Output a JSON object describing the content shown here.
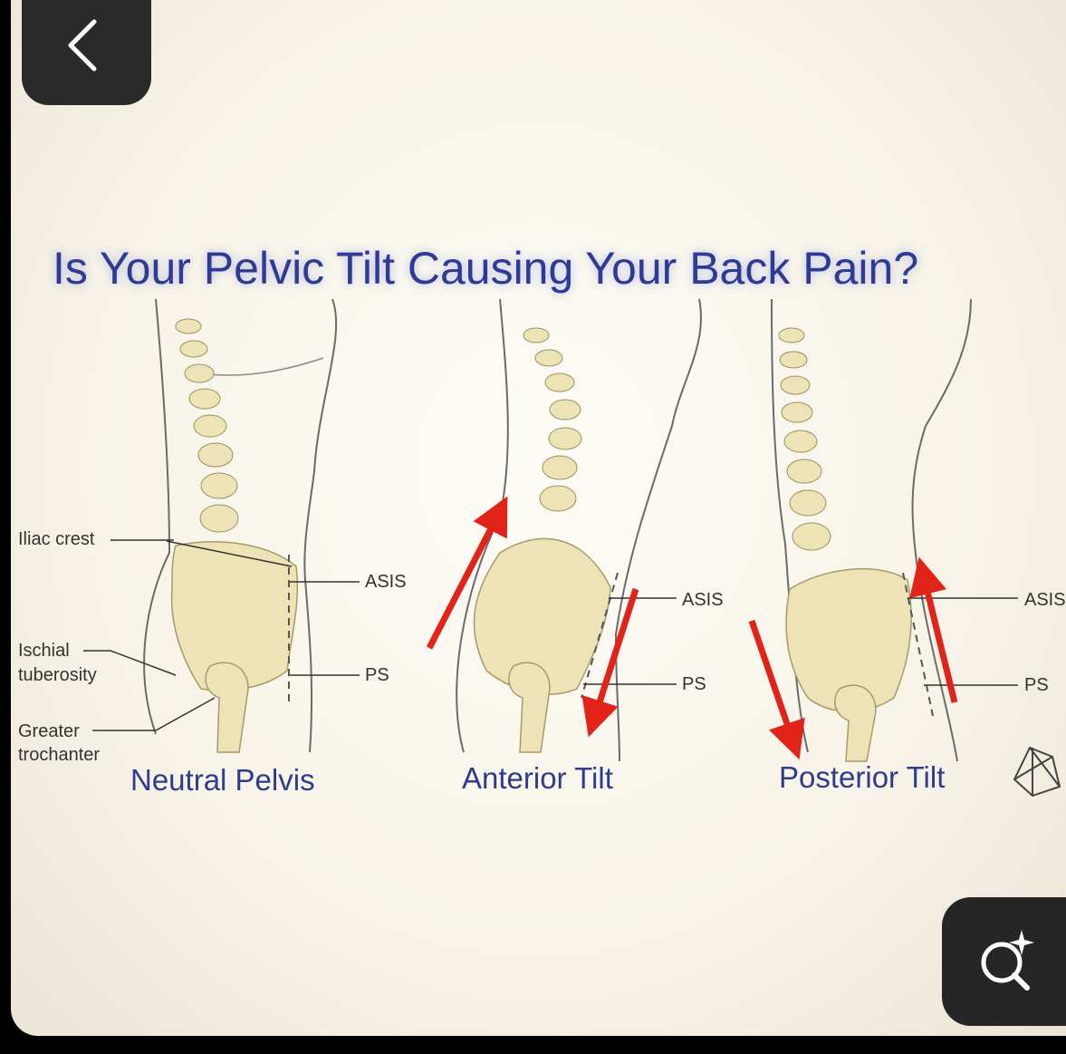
{
  "colors": {
    "background": "#f8f5ec",
    "title": "#2e3a93",
    "bone": "#eee3b6",
    "arrow": "#e2231a",
    "control": "#2a2a2a"
  },
  "image": {
    "title": "Is Your Pelvic Tilt Causing Your Back Pain?",
    "panels": [
      {
        "caption": "Neutral Pelvis",
        "labels": {
          "iliac_crest": "Iliac crest",
          "ischial": [
            "Ischial",
            "tuberosity"
          ],
          "greater": [
            "Greater",
            "trochanter"
          ],
          "asis": "ASIS",
          "ps": "PS"
        }
      },
      {
        "caption": "Anterior Tilt",
        "labels": {
          "asis": "ASIS",
          "ps": "PS"
        }
      },
      {
        "caption": "Posterior Tilt",
        "labels": {
          "asis": "ASIS",
          "ps": "PS"
        }
      }
    ]
  },
  "controls": {
    "back_icon": "chevron-left-icon",
    "visual_search_icon": "visual-search-sparkle-icon",
    "watermark_icon": "geometric-logo-icon"
  }
}
